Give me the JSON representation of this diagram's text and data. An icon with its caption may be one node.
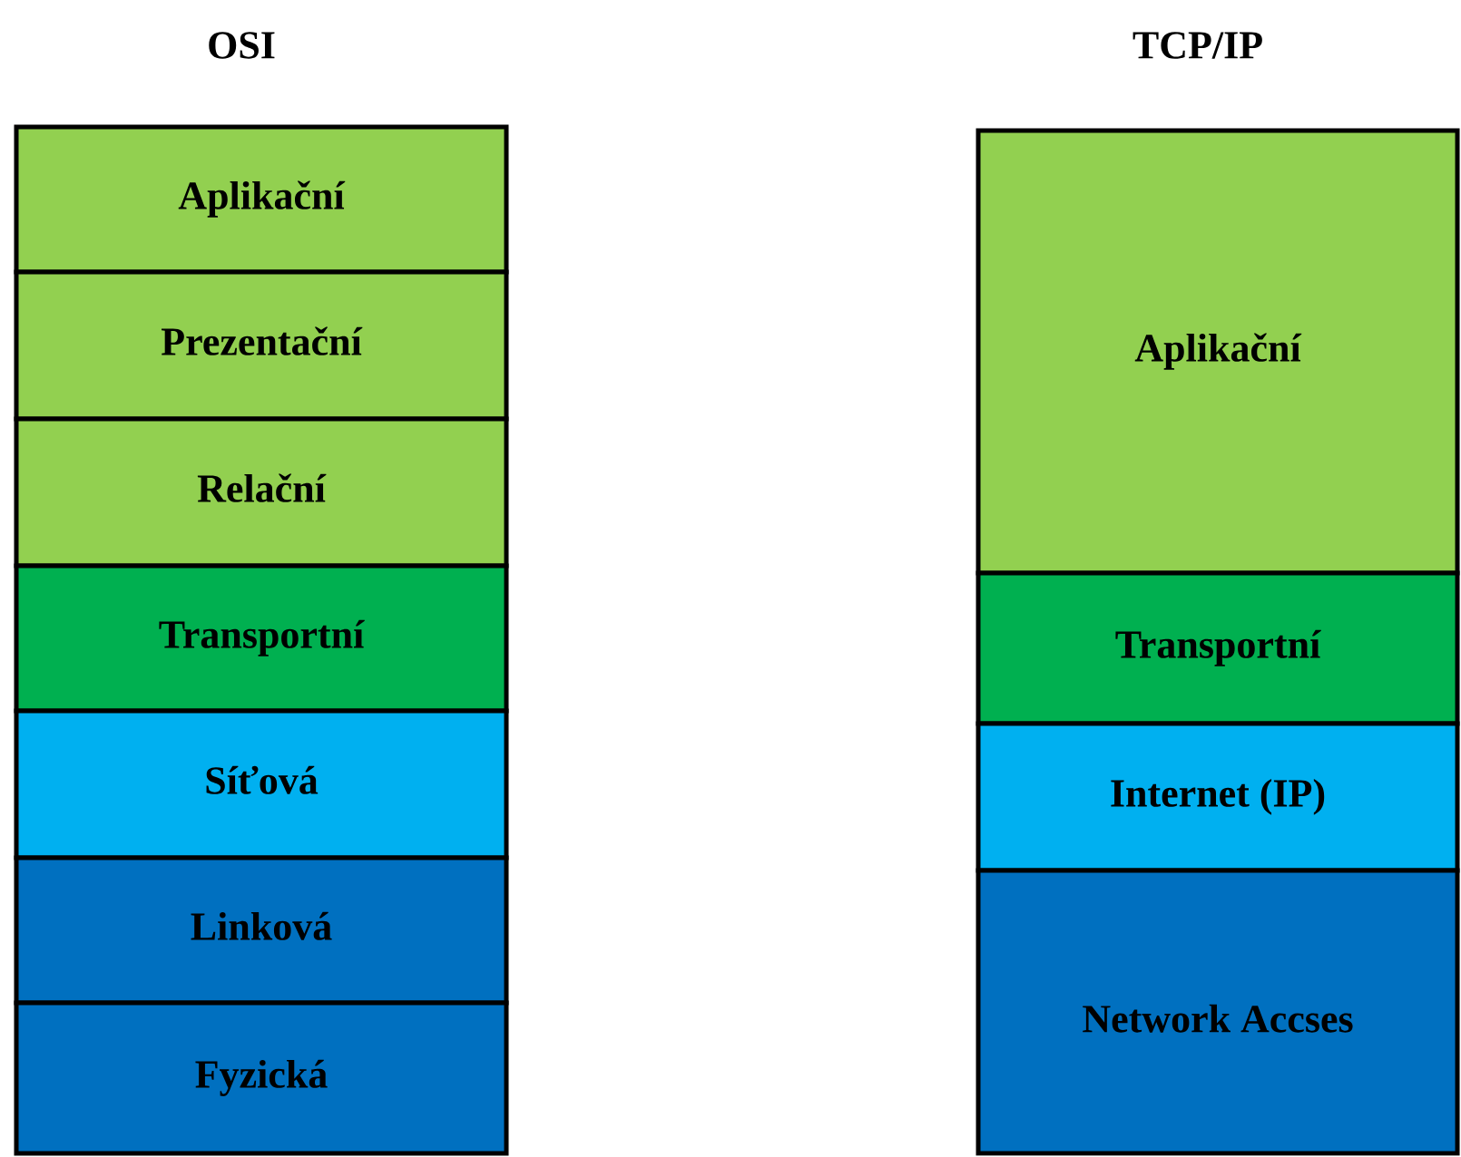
{
  "diagram": {
    "nodes": [
      {
        "text": [
          "Aplikační"
        ]
      },
      {
        "text": [
          "Prezentační"
        ]
      },
      {
        "text": [
          "Relační"
        ]
      },
      {
        "text": [
          "Transportní"
        ]
      },
      {
        "text": [
          "Síťová"
        ]
      },
      {
        "text": [
          "Linková"
        ]
      },
      {
        "text": [
          "Fyzická"
        ]
      },
      {
        "text": [
          "Aplikační"
        ]
      },
      {
        "text": [
          "Transportní"
        ]
      },
      {
        "text": [
          "Internet (IP)"
        ]
      },
      {
        "text": [
          "Network Accses"
        ]
      }
    ],
    "edges": [],
    "labels": [
      "OSI",
      "TCP/IP"
    ]
  }
}
